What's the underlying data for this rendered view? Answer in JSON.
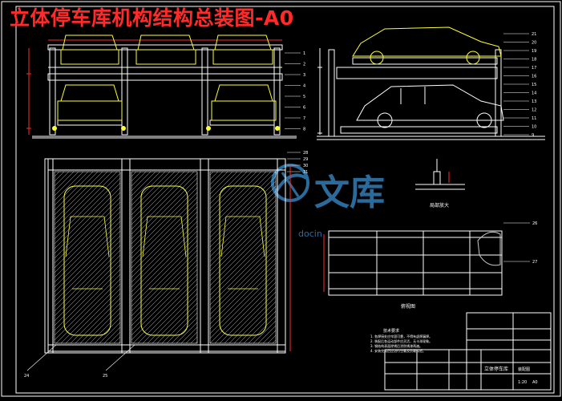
{
  "drawing": {
    "title": "立体停车库机构结构总装图-A0",
    "background": "#000000",
    "colors": {
      "title": "#ff2a2a",
      "line": "#ffffff",
      "car": "#ffff33",
      "hatch": "#c8c8c8",
      "dim": "#ff2a2a",
      "watermark": "#3a8fd0"
    }
  },
  "watermark": {
    "text": "文库",
    "sub": "docin",
    "icon": "watermark-logo-icon"
  },
  "front_view_callouts": [
    "1",
    "2",
    "3",
    "4",
    "5",
    "6",
    "7",
    "8"
  ],
  "side_view_callouts": [
    "21",
    "20",
    "19",
    "18",
    "17",
    "16",
    "15",
    "14",
    "13",
    "12",
    "11",
    "10",
    "9"
  ],
  "plan_view_callouts": [
    "28",
    "29",
    "30",
    "31"
  ],
  "bottom_plan_callouts": [
    "24",
    "25"
  ],
  "right_plan_callouts": [
    "26",
    "27"
  ],
  "detail_label": "局部放大",
  "plan_label": "俯视图",
  "notes": {
    "heading": "技术要求",
    "lines": [
      "1. 各焊接处应牢固可靠，不得有虚焊漏焊。",
      "2. 装配后各运动部件应灵活，无卡滞现象。",
      "3. 钢结构表面除锈后涂防锈漆两遍。",
      "4. 安装完成后应进行空载及负载试验。"
    ]
  },
  "title_block": {
    "name": "立体停车库",
    "drawing_no": "装配图",
    "scale": "1:20",
    "sheet": "A0"
  }
}
